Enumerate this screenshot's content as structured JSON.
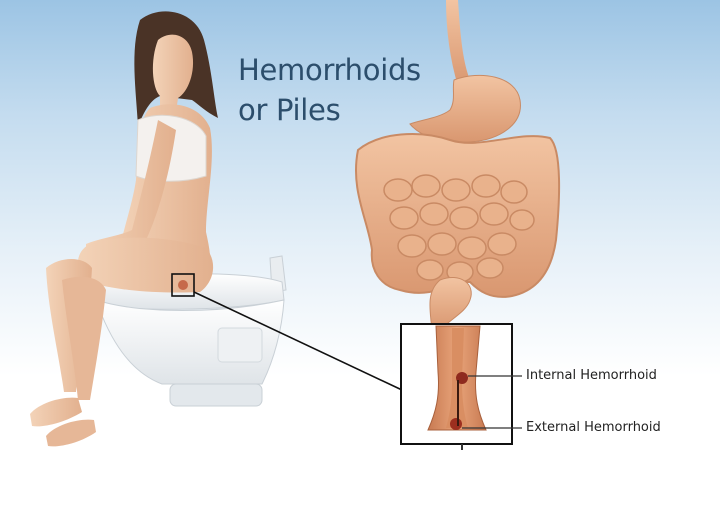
{
  "title": {
    "line1": "Hemorrhoids",
    "line2": "or Piles"
  },
  "labels": {
    "internal": "Internal Hemorrhoid",
    "external": "External Hemorrhoid"
  },
  "colors": {
    "title": "#2c4e6c",
    "skin": "#efc7a8",
    "intestine": "#e7ab83",
    "inflamed": "#c0392b"
  },
  "icons": [
    "woman-figure",
    "toilet",
    "stomach",
    "intestines",
    "rectum-cross-section"
  ]
}
